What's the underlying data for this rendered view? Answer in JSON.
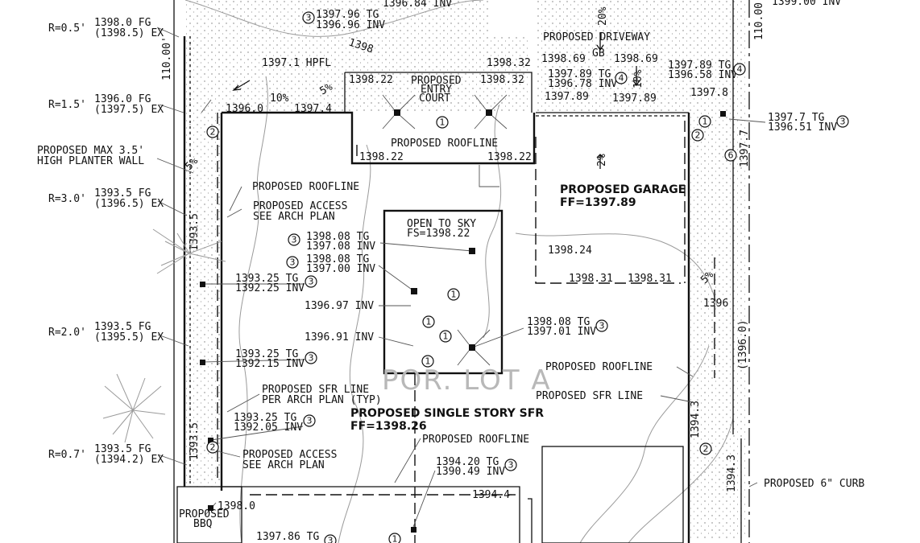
{
  "sheet": {
    "watermark": "POR. LOT A",
    "edge_labels": {
      "left_top": "110.00'",
      "right_top": "110.00'"
    },
    "curb_label": "PROPOSED 6\" CURB"
  },
  "left_callouts": [
    {
      "radius": "R=0.5'",
      "fg": "1398.0 FG",
      "ex": "(1398.5) EX"
    },
    {
      "radius": "R=1.5'",
      "fg": "1396.0 FG",
      "ex": "(1397.5) EX"
    },
    {
      "radius": "R=3.0'",
      "fg": "1393.5 FG",
      "ex": "(1396.5) EX"
    },
    {
      "radius": "R=2.0'",
      "fg": "1393.5 FG",
      "ex": "(1395.5) EX"
    },
    {
      "radius": "R=0.7'",
      "fg": "1393.5 FG",
      "ex": "(1394.2) EX"
    }
  ],
  "planter_label": [
    "PROPOSED MAX 3.5'",
    "HIGH PLANTER WALL"
  ],
  "drain_callouts": [
    {
      "tg": "1397.96 TG",
      "inv": "1396.96 INV",
      "num": "3"
    },
    {
      "tg": "1398.08 TG",
      "inv": "1397.08 INV",
      "num": "3"
    },
    {
      "tg": "1398.08 TG",
      "inv": "1397.00 INV",
      "num": "3"
    },
    {
      "tg": "1393.25 TG",
      "inv": "1392.25 INV",
      "num": "3"
    },
    {
      "tg": "1393.25 TG",
      "inv": "1392.15 INV",
      "num": "3"
    },
    {
      "tg": "1393.25 TG",
      "inv": "1392.05 INV",
      "num": "3"
    },
    {
      "tg": "1398.08 TG",
      "inv": "1397.01 INV",
      "num": "3"
    },
    {
      "tg": "1394.20 TG",
      "inv": "1390.49 INV",
      "num": "3"
    },
    {
      "tg": "1397.89 TG",
      "inv": "1396.78 INV",
      "num": "4"
    },
    {
      "tg": "1397.89 TG",
      "inv": "1396.58 INV",
      "num": "4"
    },
    {
      "tg": "1397.7 TG",
      "inv": "1396.51 INV",
      "num": "3"
    },
    {
      "tg": "1397.86 TG",
      "inv": "",
      "num": "3"
    }
  ],
  "top_partial": {
    "inv": "1396.84 INV",
    "right_inv": "1399.00 INV"
  },
  "inv_labels": [
    "1396.97 INV",
    "1396.91 INV"
  ],
  "elevations": {
    "hpfl": "1397.1 HPFL",
    "e1396_0": "1396.0",
    "e1397_4": "1397.4",
    "e1398_22a": "1398.22",
    "e1398_32a": "1398.32",
    "e1398_32b": "1398.32",
    "e1398_22b": "1398.22",
    "e1398_22c": "1398.22",
    "e1398_69a": "1398.69",
    "e1398_69b": "1398.69",
    "gb": "GB",
    "e1397_89a": "1397.89",
    "e1397_89b": "1397.89",
    "e1397_8": "1397.8",
    "e1397_7v": "1397.7",
    "e1398_24": "1398.24",
    "e1398_31a": "1398.31",
    "e1398_31b": "1398.31",
    "e1396": "1396",
    "e1396_0v": "(1396.0)",
    "e1393_5v": "1393.5",
    "e1393_5v2": "1393.5",
    "e1394_3v": "1394.3",
    "e1394_3v2": "1394.3",
    "e1398_0": "1398.0",
    "e1394_4": "1394.4",
    "e1398_label": "1398"
  },
  "slopes": [
    "5%",
    "10%",
    "20%",
    "10%",
    "2%",
    "5%",
    "5%"
  ],
  "labels": {
    "driveway": "PROPOSED DRIVEWAY",
    "entry_court": [
      "PROPOSED",
      "ENTRY",
      "COURT"
    ],
    "roofline": "PROPOSED ROOFLINE",
    "access": [
      "PROPOSED ACCESS",
      "SEE ARCH PLAN"
    ],
    "open_to_sky": [
      "OPEN TO SKY",
      "FS=1398.22"
    ],
    "garage": [
      "PROPOSED GARAGE",
      "FF=1397.89"
    ],
    "sfr_line_left": [
      "PROPOSED SFR LINE",
      "PER ARCH PLAN (TYP)"
    ],
    "sfr_line_right": "PROPOSED SFR LINE",
    "sfr": [
      "PROPOSED SINGLE STORY SFR",
      "FF=1398.26"
    ],
    "bbq": [
      "PROPOSED",
      "BBQ"
    ]
  },
  "markers": [
    "1",
    "2",
    "6"
  ],
  "colors": {
    "ink": "#111111",
    "contour": "#9a9a9a",
    "watermark": "#b8b8b8"
  }
}
